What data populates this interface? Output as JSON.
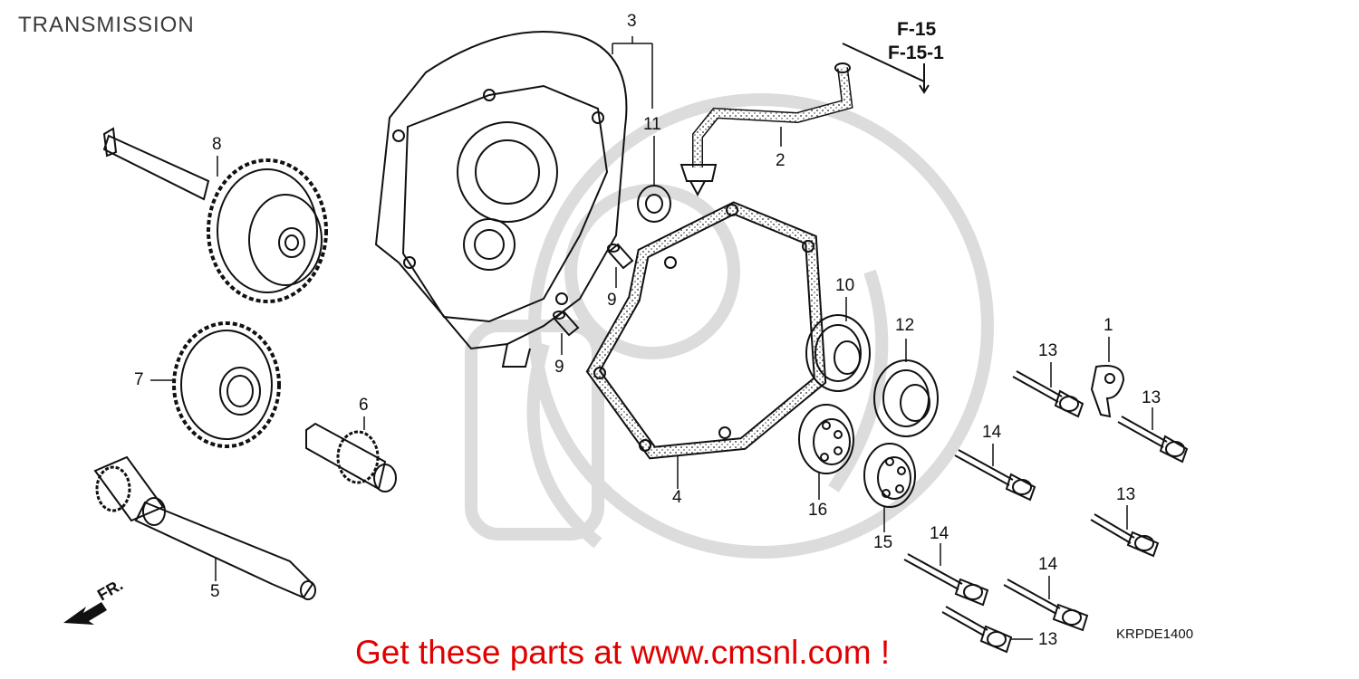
{
  "title": "TRANSMISSION",
  "diagram_code": "KRPDE1400",
  "promo_text": "Get these parts at www.cmsnl.com !",
  "front_arrow_label": "FR.",
  "references": [
    "F-15",
    "F-15-1"
  ],
  "callouts": [
    "3",
    "8",
    "11",
    "2",
    "9",
    "9",
    "7",
    "6",
    "10",
    "12",
    "1",
    "13",
    "13",
    "14",
    "4",
    "16",
    "15",
    "13",
    "14",
    "14",
    "5",
    "13"
  ],
  "colors": {
    "promo": "#e00000",
    "line": "#111111",
    "watermark": "#d8d8d8"
  }
}
